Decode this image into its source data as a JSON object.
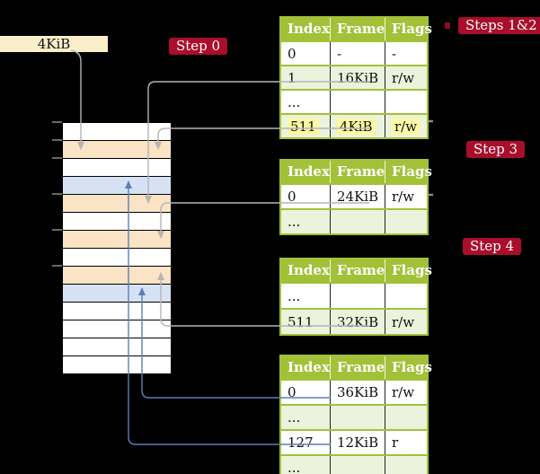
{
  "colors": {
    "background": "#000000",
    "badge_red": "#a90e2b",
    "table_header_green": "#a2c139",
    "table_row_light_green": "#ecf2dc",
    "row_white": "#ffffff",
    "frame_peach": "#fbe3c5",
    "frame_blue": "#d6e2f4",
    "highlight_yellow": "#fcf9a3",
    "box_cream": "#faeecb",
    "arrow_gray": "#b5b5b5",
    "arrow_blue": "#5b7fb5",
    "tick_gray": "#8a8a8a"
  },
  "page_size_box": {
    "label": "4KiB"
  },
  "badges": {
    "step0": "Step 0",
    "steps12": "Steps 1&2",
    "step3": "Step 3",
    "step4": "Step 4"
  },
  "tables": [
    {
      "name": "level-4-page-table",
      "headers": [
        "Index",
        "Frame",
        "Flags"
      ],
      "rows": [
        {
          "cells": [
            "0",
            "-",
            "-"
          ],
          "shade": "white",
          "highlight": false
        },
        {
          "cells": [
            "1",
            "16KiB",
            "r/w"
          ],
          "shade": "green",
          "highlight": false
        },
        {
          "cells": [
            "...",
            "",
            ""
          ],
          "shade": "white",
          "highlight": false
        },
        {
          "cells": [
            "511",
            "4KiB",
            "r/w"
          ],
          "shade": "green",
          "highlight": true
        }
      ]
    },
    {
      "name": "level-3-page-table",
      "headers": [
        "Index",
        "Frame",
        "Flags"
      ],
      "rows": [
        {
          "cells": [
            "0",
            "24KiB",
            "r/w"
          ],
          "shade": "white",
          "highlight": false
        },
        {
          "cells": [
            "...",
            "",
            ""
          ],
          "shade": "green",
          "highlight": false
        }
      ]
    },
    {
      "name": "level-2-page-table",
      "headers": [
        "Index",
        "Frame",
        "Flags"
      ],
      "rows": [
        {
          "cells": [
            "...",
            "",
            ""
          ],
          "shade": "white",
          "highlight": false
        },
        {
          "cells": [
            "511",
            "32KiB",
            "r/w"
          ],
          "shade": "green",
          "highlight": false
        }
      ]
    },
    {
      "name": "level-1-page-table",
      "headers": [
        "Index",
        "Frame",
        "Flags"
      ],
      "rows": [
        {
          "cells": [
            "0",
            "36KiB",
            "r/w"
          ],
          "shade": "white",
          "highlight": false
        },
        {
          "cells": [
            "...",
            "",
            ""
          ],
          "shade": "green",
          "highlight": false
        },
        {
          "cells": [
            "127",
            "12KiB",
            "r"
          ],
          "shade": "white",
          "highlight": false
        },
        {
          "cells": [
            "...",
            "",
            ""
          ],
          "shade": "green",
          "highlight": false
        }
      ]
    }
  ],
  "memory": {
    "rows": [
      "white",
      "peach",
      "white",
      "blue",
      "peach",
      "white",
      "peach",
      "white",
      "peach",
      "blue",
      "white",
      "white",
      "white",
      "white"
    ]
  },
  "arrows": [
    {
      "from": "page-size-box",
      "to": "memory-row-2",
      "color": "gray"
    },
    {
      "from": "table1-entry-1",
      "to": "memory-row-5",
      "color": "gray"
    },
    {
      "from": "table1-entry-511",
      "to": "memory-row-2",
      "color": "gray"
    },
    {
      "from": "table2-entry-0",
      "to": "memory-row-7",
      "color": "gray"
    },
    {
      "from": "table3-entry-511",
      "to": "memory-row-9",
      "color": "gray"
    },
    {
      "from": "table4-entry-0",
      "to": "memory-row-10",
      "color": "blue"
    },
    {
      "from": "table4-entry-127",
      "to": "memory-row-4",
      "color": "blue"
    }
  ]
}
